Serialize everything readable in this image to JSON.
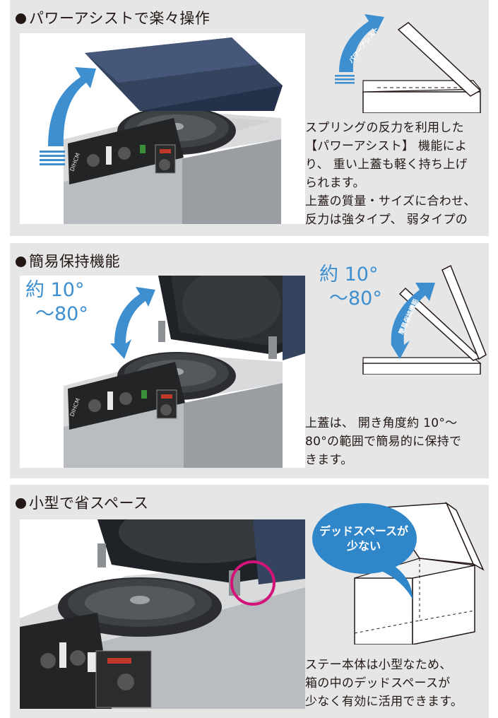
{
  "sections": [
    {
      "heading": "パワーアシストで楽々操作",
      "diagram_arrow_label": "パワーアシスト",
      "description": [
        "スプリングの反力を利用した",
        "【パワーアシスト】 機能によ",
        "り、 重い上蓋も軽く持ち上げ",
        "られます。",
        "上蓋の質量・サイズに合わせ、",
        "反力は強タイプ、 弱タイプの"
      ],
      "brand": "DIHCM"
    },
    {
      "heading": "簡易保持機能",
      "angle_range": [
        "約 10°",
        "～80°"
      ],
      "diagram_arrow_label": "簡易保持機能",
      "description": [
        "上蓋は、 開き角度約 10°～",
        "80°の範囲で簡易的に保持で",
        "きます。"
      ],
      "brand": "DIHCM"
    },
    {
      "heading": "小型で省スペース",
      "bubble": [
        "デッドスペースが",
        "少ない"
      ],
      "description": [
        "ステー本体は小型なため、",
        "箱の中のデッドスペースが",
        "少なく有効に活用できます。"
      ]
    }
  ],
  "colors": {
    "panel_bg": "#e6e6e6",
    "accent_blue": "#3e8fd0",
    "bubble_blue": "#2f86c9",
    "highlight_magenta": "#d4137a",
    "lid_navy": "#2f3e57"
  }
}
